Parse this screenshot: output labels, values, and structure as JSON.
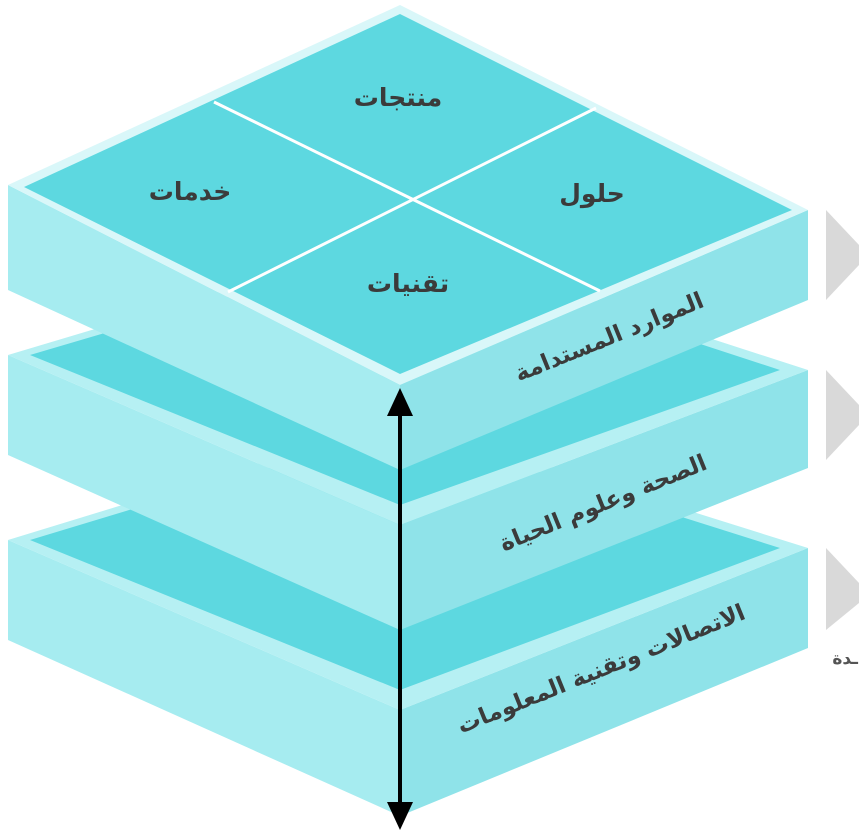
{
  "colors": {
    "top_face": "#5dd8e0",
    "top_border": "#d9f7f9",
    "side_light": "#a6ecf0",
    "side_right": "#8fe3e9",
    "inner_face": "#5dd8e0",
    "arrow": "#000000",
    "chevron": "#d9d9d9",
    "text": "#3b3b3b"
  },
  "quadrants": {
    "top": "منتجات",
    "left": "خدمات",
    "right": "حلول",
    "bottom": "تقنيات"
  },
  "layers": [
    {
      "label": "الموارد المستدامة"
    },
    {
      "label": "الصحة وعلوم الحياة"
    },
    {
      "label": "الاتصالات وتقنية المعلومات"
    }
  ],
  "side_text_fragment": "ـدة",
  "icons": {
    "arrow": "double-headed-vertical-arrow",
    "chevrons": "chevron-right-icon"
  }
}
